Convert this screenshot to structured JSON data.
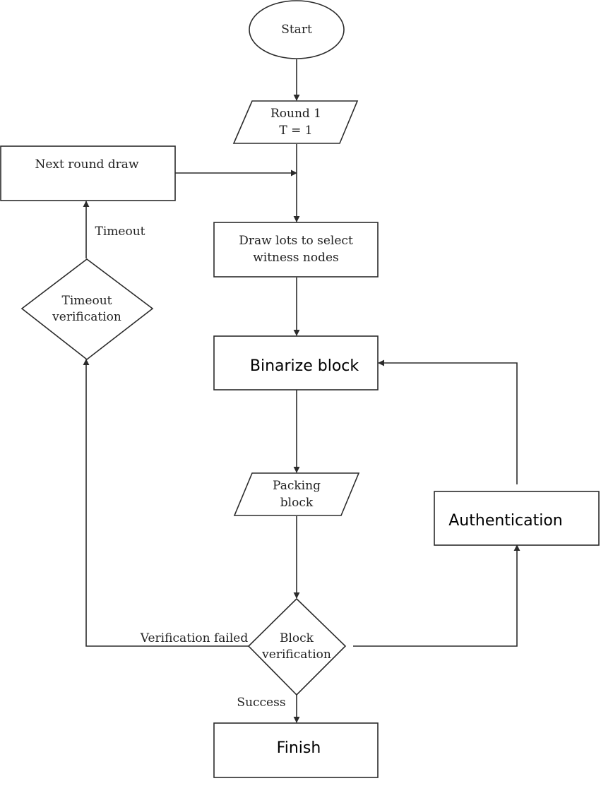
{
  "nodes": {
    "start": "Start",
    "round_line1": "Round 1",
    "round_line2": "T = 1",
    "next_round_draw": "Next round draw",
    "draw_lots_line1": "Draw lots to select",
    "draw_lots_line2": "witness nodes",
    "timeout_verification_line1": "Timeout",
    "timeout_verification_line2": "verification",
    "binarize_block": "Binarize block",
    "packing_block_line1": "Packing",
    "packing_block_line2": "block",
    "authentication": "Authentication",
    "block_verification_line1": "Block",
    "block_verification_line2": "verification",
    "finish": "Finish"
  },
  "edge_labels": {
    "timeout": "Timeout",
    "verification_failed": "Verification failed",
    "success": "Success"
  }
}
